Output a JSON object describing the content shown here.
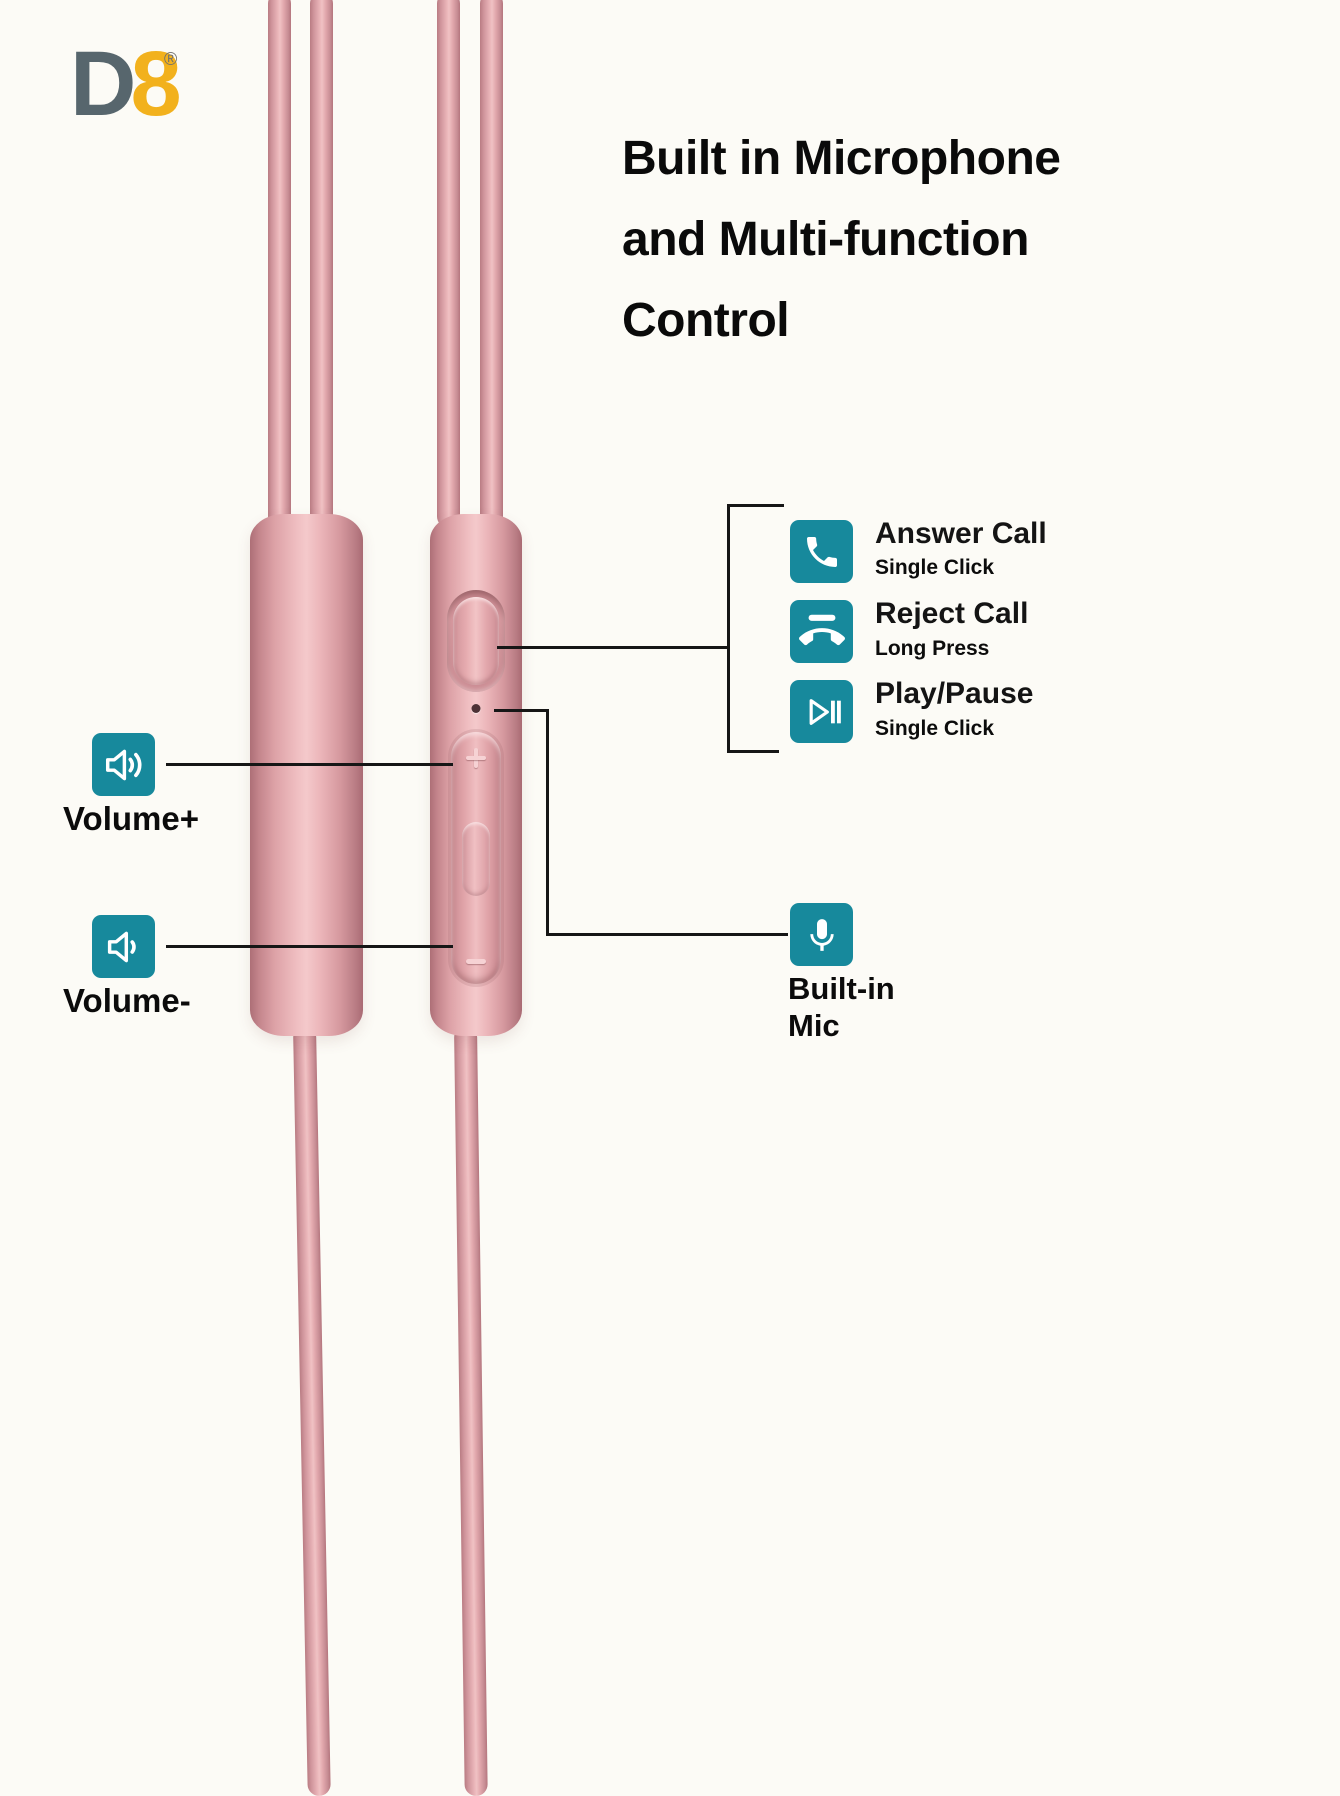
{
  "logo": {
    "d": "D",
    "eight": "8",
    "registered": "®"
  },
  "title": {
    "lines": [
      "Built in Microphone",
      "and Multi-function",
      "Control"
    ]
  },
  "callouts": {
    "answer_call": {
      "label": "Answer Call",
      "action": "Single Click"
    },
    "reject_call": {
      "label": "Reject Call",
      "action": "Long Press"
    },
    "play_pause": {
      "label": "Play/Pause",
      "action": "Single Click"
    },
    "volume_up": {
      "label": "Volume+"
    },
    "volume_down": {
      "label": "Volume-"
    },
    "built_in_mic": {
      "line1": "Built-in",
      "line2": "Mic"
    }
  },
  "icons": {
    "answer_call": "phone-answer-icon",
    "reject_call": "phone-reject-icon",
    "play_pause": "play-pause-icon",
    "volume_up": "volume-up-icon",
    "volume_down": "volume-down-icon",
    "built_in_mic": "microphone-icon"
  },
  "colors": {
    "accent_teal": "#17899C",
    "logo_gold": "#F2B11D",
    "logo_gray": "#57666D",
    "cable_pink": "#E2A8AD",
    "background": "#FCFBF6",
    "callout_line": "#161616",
    "text": "#0B0B0B"
  }
}
